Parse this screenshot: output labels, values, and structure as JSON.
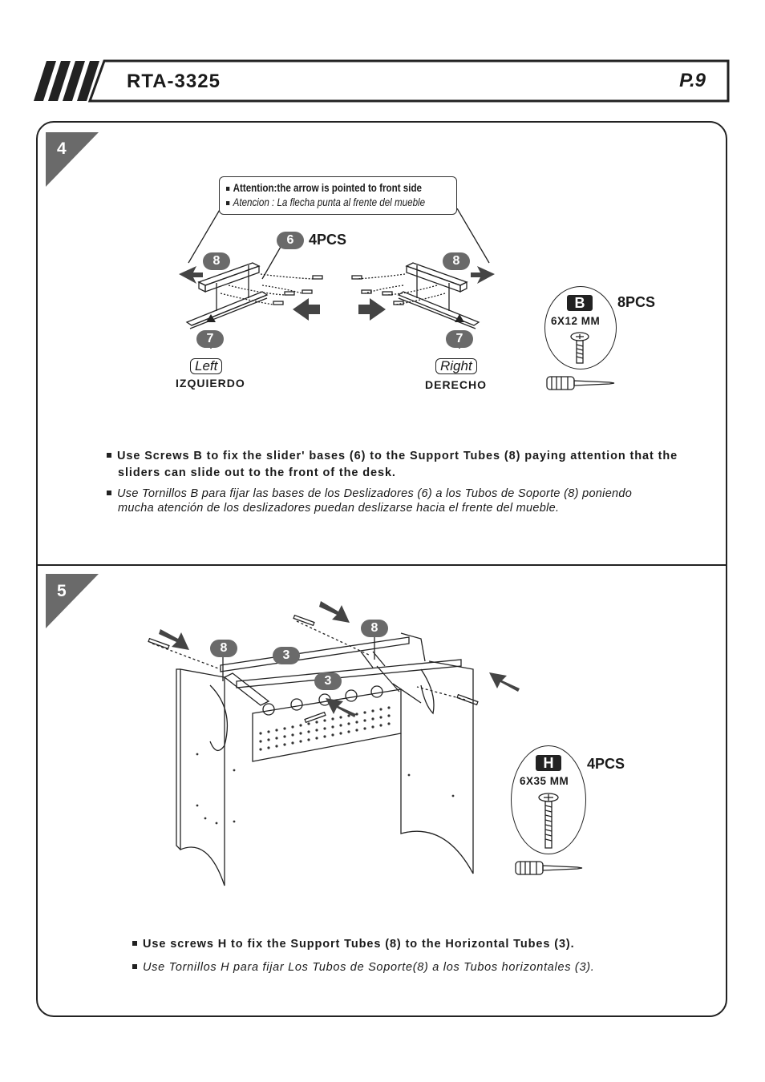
{
  "header": {
    "model": "RTA-3325",
    "page": "P.9"
  },
  "step4": {
    "number": "4",
    "attention_en": "Attention:the arrow is pointed to front side",
    "attention_es": "Atencion : La flecha punta al frente del mueble",
    "part_slider_base": "6",
    "part_slider_base_qty": "4PCS",
    "part_support_tube": "8",
    "part_slider": "7",
    "left_en": "Left",
    "left_es": "IZQUIERDO",
    "right_en": "Right",
    "right_es": "DERECHO",
    "hardware": {
      "letter": "B",
      "size": "6X12 MM",
      "qty": "8PCS"
    },
    "instruction_en": "Use Screws B to fix the slider' bases (6) to the Support Tubes (8) paying attention that the sliders can slide out to the front of the desk.",
    "instruction_es": "Use Tornillos B para fijar las bases de los Deslizadores (6) a los Tubos de Soporte (8) poniendo mucha atención de los deslizadores puedan deslizarse hacia el frente del mueble."
  },
  "step5": {
    "number": "5",
    "part_support_tube": "8",
    "part_horizontal_tube": "3",
    "hardware": {
      "letter": "H",
      "size": "6X35 MM",
      "qty": "4PCS"
    },
    "instruction_en": "Use screws H to fix the Support Tubes (8) to the Horizontal Tubes (3).",
    "instruction_es": "Use Tornillos H para fijar Los Tubos de Soporte(8) a los Tubos horizontales (3)."
  }
}
